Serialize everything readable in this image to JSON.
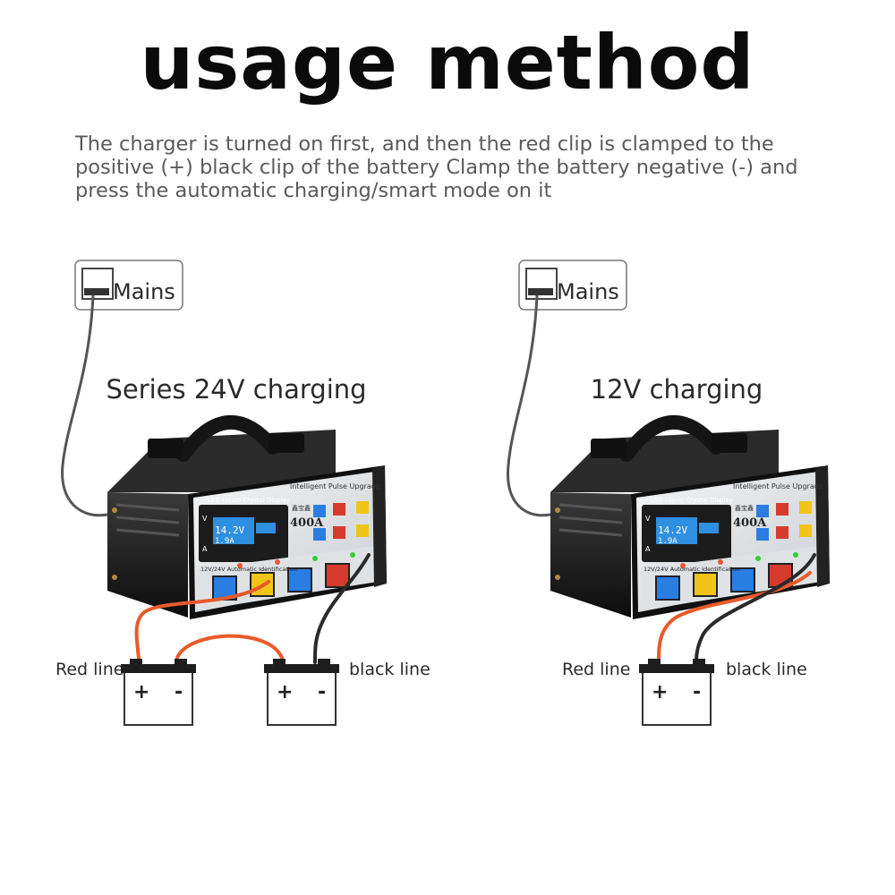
{
  "title": "usage method",
  "description_lines": [
    "The charger is turned on first, and then the red clip is clamped to the",
    "positive (+) black clip of the battery Clamp the battery negative (-) and",
    "press the automatic charging/smart mode on it"
  ],
  "left_panel": {
    "mains_label": "Mains",
    "heading": "Series 24V charging",
    "red_line_label": "Red line",
    "black_line_label": "black line",
    "battery_plus": "+",
    "battery_minus": "-"
  },
  "right_panel": {
    "mains_label": "Mains",
    "heading": "12V charging",
    "red_line_label": "Red line",
    "black_line_label": "black line",
    "battery_plus": "+",
    "battery_minus": "-"
  },
  "charger": {
    "display_title": "LED Liquid Crystal Display",
    "voltage_reading": "14.2V",
    "current_reading": "1.9A",
    "brand_text": "鑫宝鑫",
    "rating": "400A",
    "upgrade_text": "Intelligent Pulse Upgrade",
    "auto_text": "12V/24V Automatic Identification",
    "v_mark": "V",
    "a_mark": "A"
  },
  "colors": {
    "red_cable": "#e85a2a",
    "black_cable": "#2a2a2a",
    "charger_body": "#1a1a1a",
    "panel_silver": "#e6e8ea",
    "lcd_blue": "#2f8fe0",
    "button_blue": "#2a7de1",
    "button_yellow": "#f0c419",
    "button_red": "#d63a2c"
  }
}
